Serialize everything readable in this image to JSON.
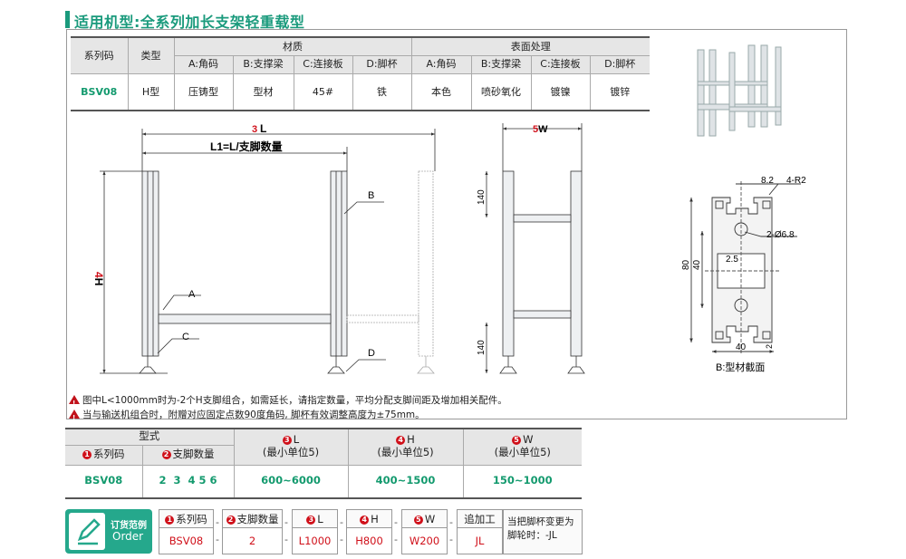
{
  "title": "适用机型:全系列加长支架轻重载型",
  "spec_table": {
    "headers": {
      "series": "系列码",
      "type": "类型",
      "material": "材质",
      "surface": "表面处理"
    },
    "sub_headers": [
      "A:角码",
      "B:支撑梁",
      "C:连接板",
      "D:脚杯",
      "A:角码",
      "B:支撑梁",
      "C:连接板",
      "D:脚杯"
    ],
    "row": {
      "series": "BSV08",
      "type": "H型",
      "cells": [
        "压铸型",
        "型材",
        "45#",
        "铁",
        "本色",
        "喷砂氧化",
        "镀镍",
        "镀锌"
      ]
    }
  },
  "drawing": {
    "dim_L": "L",
    "dim_L1": "L1=L/支脚数量",
    "dim_H": "H",
    "dim_W": "W",
    "labels": {
      "a": "A",
      "b": "B",
      "c": "C",
      "d": "D"
    },
    "side_dims": [
      "140",
      "140"
    ],
    "num_L": "3",
    "num_H": "4",
    "num_W": "5"
  },
  "profile": {
    "d1": "8.2",
    "d2": "4-R2",
    "d3": "2-Ø6.8",
    "d4": "2.5",
    "d5": "80",
    "d6": "40",
    "d7": "40",
    "d8": "2",
    "caption": "B:型材截面"
  },
  "notes": [
    "图中L<1000mm时为-2个H支脚组合，如需延长，请指定数量，平均分配支脚间距及增加相关配件。",
    "当与输送机组合时，附赠对应固定点数90度角码, 脚杯有效调整高度为±75mm。"
  ],
  "select_table": {
    "form": "型式",
    "h_series": "系列码",
    "h_legs": "支脚数量",
    "h_L": "L",
    "h_H": "H",
    "h_W": "W",
    "unit": "(最小单位5)",
    "nums": [
      "1",
      "2",
      "3",
      "4",
      "5"
    ],
    "row": {
      "series": "BSV08",
      "legs": "2  3  4 5 6",
      "L": "600~6000",
      "H": "400~1500",
      "W": "150~1000"
    }
  },
  "order": {
    "badge_cn": "订货范例",
    "badge_en": "Order",
    "fields": [
      {
        "num": "1",
        "label": "系列码",
        "value": "BSV08"
      },
      {
        "num": "2",
        "label": "支脚数量",
        "value": "2"
      },
      {
        "num": "3",
        "label": "L",
        "value": "L1000"
      },
      {
        "num": "4",
        "label": "H",
        "value": "H800"
      },
      {
        "num": "5",
        "label": "W",
        "value": "W200"
      },
      {
        "num": "",
        "label": "追加工",
        "value": "JL"
      }
    ],
    "dash": "-",
    "note": "当把脚杯变更为脚轮时：-JL"
  },
  "colors": {
    "accent": "#1a9a7c",
    "red": "#d0101a"
  }
}
